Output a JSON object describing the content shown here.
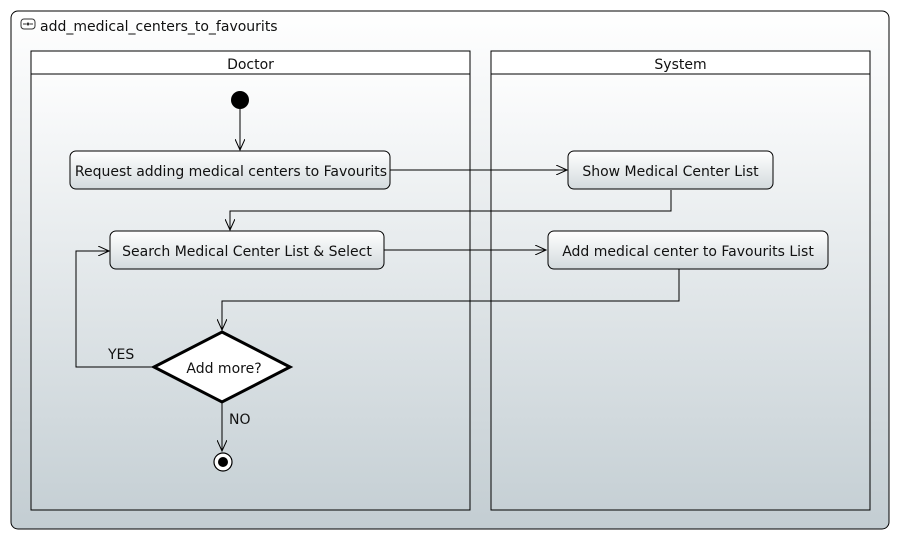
{
  "diagram": {
    "title": "add_medical_centers_to_favourits",
    "lanes": {
      "doctor": "Doctor",
      "system": "System"
    },
    "actions": {
      "request": "Request adding medical centers to Favourits",
      "show_list": "Show Medical Center List",
      "search_select": "Search Medical Center List & Select",
      "add_center": "Add medical center to Favourits List"
    },
    "decision": {
      "label": "Add more?",
      "yes": "YES",
      "no": "NO"
    }
  }
}
